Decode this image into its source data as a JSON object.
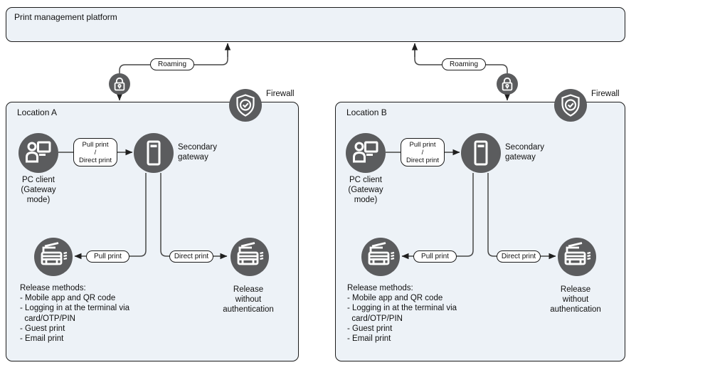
{
  "platform": {
    "title": "Print management platform"
  },
  "connections": {
    "roaming_label": "Roaming",
    "firewall_label": "Firewall"
  },
  "locations": [
    {
      "title": "Location A",
      "pc_client_label": "PC client\n(Gateway\nmode)",
      "client_to_gateway_label": "Pull print\n/\nDirect print",
      "gateway_label": "Secondary\ngateway",
      "pull_print_label": "Pull print",
      "direct_print_label": "Direct print",
      "release_methods": "Release methods:\n- Mobile app and QR code\n- Logging in at the terminal via\n  card/OTP/PIN\n- Guest print\n- Email print",
      "release_without_auth": "Release\nwithout\nauthentication"
    },
    {
      "title": "Location B",
      "pc_client_label": "PC client\n(Gateway\nmode)",
      "client_to_gateway_label": "Pull print\n/\nDirect print",
      "gateway_label": "Secondary\ngateway",
      "pull_print_label": "Pull print",
      "direct_print_label": "Direct print",
      "release_methods": "Release methods:\n- Mobile app and QR code\n- Logging in at the terminal via\n  card/OTP/PIN\n- Guest print\n- Email print",
      "release_without_auth": "Release\nwithout\nauthentication"
    }
  ],
  "colors": {
    "node_gray": "#5b5c5e",
    "box_fill": "#edf2f7",
    "line_color": "#474747",
    "border_color": "#1c1c1c"
  }
}
